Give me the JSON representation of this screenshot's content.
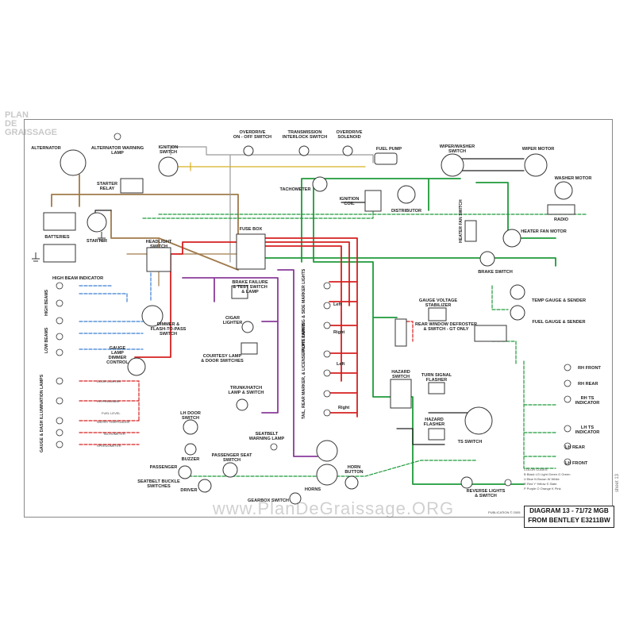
{
  "logo": {
    "line1": "PLAN",
    "line2": "DE",
    "line3": "GRAISSAGE"
  },
  "watermark": "www.PlanDeGraissage.ORG",
  "title": {
    "line1": "DIAGRAM 13 - 71/72 MGB",
    "line2": "FROM BENTLEY E3211BW"
  },
  "publisher": "PUBLICATION © 2005",
  "sheet": "sheet 13",
  "labels": {
    "alternator": "ALTERNATOR",
    "alt_warning_1": "ALTERNATOR WARNING",
    "alt_warning_2": "LAMP",
    "ignition_1": "IGNITION",
    "ignition_2": "SWITCH",
    "overdrive_1": "OVERDRIVE",
    "overdrive_2": "ON - OFF SWITCH",
    "interlock_1": "TRANSMISSION",
    "interlock_2": "INTERLOCK SWITCH",
    "solenoid_1": "OVERDRIVE",
    "solenoid_2": "SOLENOID",
    "fuel_pump": "FUEL PUMP",
    "wiper_switch_1": "WIPER/WASHER",
    "wiper_switch_2": "SWITCH",
    "wiper_motor": "WIPER MOTOR",
    "washer_motor": "WASHER MOTOR",
    "starter_relay_1": "STARTER",
    "starter_relay_2": "RELAY",
    "tachometer": "TACHOMETER",
    "ignition_coil_1": "IGNITION",
    "ignition_coil_2": "COIL",
    "distributor": "DISTRIBUTOR",
    "radio": "RADIO",
    "batteries": "BATTERIES",
    "starter": "STARTER",
    "heater_fan_switch": "HEATER FAN SWITCH",
    "heater_fan_motor": "HEATER FAN MOTOR",
    "fuse_box": "FUSE BOX",
    "headlight_1": "HEADLIGHT",
    "headlight_2": "SWITCH",
    "brake_switch": "BRAKE SWITCH",
    "high_beam_indicator": "HIGH BEAM INDICATOR",
    "brake_failure_1": "BRAKE FAILURE",
    "brake_failure_2": "& TEST SWITCH",
    "brake_failure_3": "& LAMP",
    "gauge_stab_1": "GAUGE VOLTAGE",
    "gauge_stab_2": "STABILIZER",
    "temp_gauge": "TEMP GAUGE & SENDER",
    "high_beams": "HIGH BEAMS",
    "dimmer_1": "DIMMER &",
    "dimmer_2": "FLASH-TO-PASS",
    "dimmer_3": "SWITCH",
    "cigar_1": "CIGAR",
    "cigar_2": "LIGHTER",
    "front_parking": "FRONT PARKING & SIDE MARKER LIGHTS",
    "fuel_gauge": "FUEL GAUGE & SENDER",
    "low_beams": "LOW BEAMS",
    "rear_defrost_1": "REAR WINDOW DEFROSTER",
    "rear_defrost_2": "& SWITCH - GT ONLY",
    "gauge_dimmer_1": "GAUGE",
    "gauge_dimmer_2": "LAMP",
    "gauge_dimmer_3": "DIMMER",
    "gauge_dimmer_4": "CONTROL",
    "courtesy_1": "COURTESY LAMP",
    "courtesy_2": "& DOOR SWITCHES",
    "hazard_switch_1": "HAZARD",
    "hazard_switch_2": "SWITCH",
    "turn_flasher_1": "TURN SIGNAL",
    "turn_flasher_2": "FLASHER",
    "rh_front": "RH FRONT",
    "trunk_1": "TRUNK/HATCH",
    "trunk_2": "LAMP & SWITCH",
    "rh_rear": "RH REAR",
    "gauge_illum": "GAUGE & DASH ILLUMINATION LAMPS",
    "rh_ts_1": "RH TS",
    "rh_ts_2": "INDICATOR",
    "tail_rear": "TAIL, REAR MARKER, & LICENSE PLATE LAMPS",
    "hazard_flasher_1": "HAZARD",
    "hazard_flasher_2": "FLASHER",
    "ts_switch": "TS SWITCH",
    "lh_ts_1": "LH TS",
    "lh_ts_2": "INDICATOR",
    "lh_door_1": "LH DOOR",
    "lh_door_2": "SWITCH",
    "seatbelt_1": "SEATBELT",
    "seatbelt_2": "WARNING LAMP",
    "lh_rear": "LH REAR",
    "buzzer": "BUZZER",
    "pass_seat_1": "PASSENGER SEAT",
    "pass_seat_2": "SWITCH",
    "lh_front": "LH FRONT",
    "passenger": "PASSENGER",
    "horns": "HORNS",
    "horn_button_1": "HORN",
    "horn_button_2": "BUTTON",
    "buckle_1": "SEATBELT BUCKLE",
    "buckle_2": "SWITCHES",
    "driver": "DRIVER",
    "reverse_1": "REVERSE LIGHTS",
    "reverse_2": "& SWITCH",
    "gearbox": "GEARBOX SWITCH",
    "left_1": "Left",
    "right_1": "Right",
    "left_2": "Left",
    "right_2": "Right",
    "door_light": "DOOR LIGHTER",
    "rh_pre_brake": "RH PREBRAKE",
    "fuel_level": "FUEL LEVEL",
    "water_temp": "WATER TEMP/GAUGE",
    "tachometer_small": "TACHOMETER",
    "speedometer": "SPEEDOMETER"
  },
  "color_codes": {
    "heading": "COLOR CODES",
    "rows": [
      "B  Black     LG  Light Green   G  Green",
      "U  Blue      N   Brown         W  White",
      "R  Red       Y   Yellow        S  Slate",
      "P  Purple    O   Orange        K  Pink"
    ]
  },
  "palette": {
    "red": "#d62020",
    "green": "#1f9a3a",
    "blue": "#3a7fd0",
    "purple": "#8a3b9a",
    "brown": "#a07a4a",
    "gray": "#9a9a9a",
    "yellow": "#d8b020",
    "black": "#222222",
    "lightgreen": "#5fcf7a"
  },
  "icons": [
    "lamp-icon",
    "switch-icon",
    "motor-icon",
    "fuse-icon",
    "battery-icon",
    "ground-icon"
  ]
}
